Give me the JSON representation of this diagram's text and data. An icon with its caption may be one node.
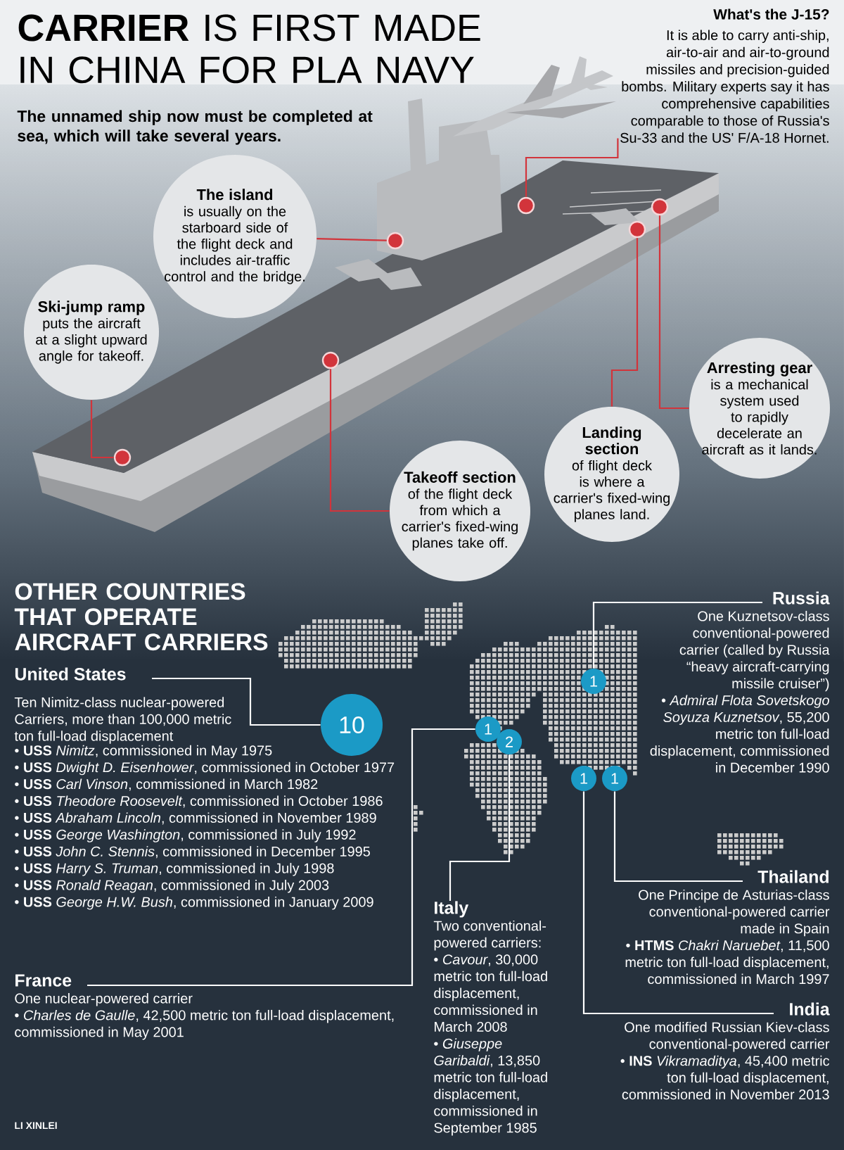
{
  "diagram": {
    "nodes": [
      {
        "text": [
          "The island",
          "is usually on the starboard side of the flight deck and includes air-traffic control and the bridge."
        ]
      },
      {
        "text": [
          "Ski-jump ramp",
          "puts the aircraft at a slight upward angle for takeoff."
        ]
      },
      {
        "text": [
          "Takeoff section",
          "of the flight deck from which a carrier's fixed-wing planes take off."
        ]
      },
      {
        "text": [
          "Landing section",
          "of flight deck is where a carrier's fixed-wing planes land."
        ]
      },
      {
        "text": [
          "Arresting gear",
          "is a mechanical system used to rapidly decelerate an aircraft as it lands."
        ]
      },
      {
        "text": [],
        "shape": "picture"
      },
      {
        "text": [],
        "shape": "circle"
      },
      {
        "text": [],
        "shape": "circle"
      },
      {
        "text": [],
        "shape": "circle"
      },
      {
        "text": [],
        "shape": "circle"
      },
      {
        "text": [],
        "shape": "circle"
      },
      {
        "text": [],
        "shape": "circle"
      },
      {
        "text": [
          "United States",
          "Ten Nimitz-class nuclear-powered Carriers, more than 100,000 metric ton full-load displacement",
          "• **USS** *Nimitz*, commissioned in May 1975",
          "• **USS** *Dwight D. Eisenhower*, commissioned in October 1977",
          "• **USS** *Carl Vinson*, commissioned in March 1982",
          "• **USS** *Theodore Roosevelt*, commissioned in October 1986",
          "• **USS** *Abraham Lincoln*, commissioned in November 1989",
          "• **USS** *George Washington*, commissioned in July 1992",
          "• **USS** *John C. Stennis*, commissioned in December 1995",
          "• **USS** *Harry S. Truman*, commissioned in July 1998",
          "• **USS** *Ronald Reagan*, commissioned in July 2003",
          "• **USS** *George H.W. Bush*, commissioned in January 2009"
        ]
      },
      {
        "text": [
          "France",
          "One nuclear-powered carrier",
          "• *Charles de Gaulle*, 42,500 metric ton full-load displacement, commissioned in May 2001"
        ]
      },
      {
        "text": [
          "Italy",
          "Two conventional-powered carriers:",
          "• *Cavour*, 30,000 metric ton full-load displacement, commissioned in March 2008",
          "• *Giuseppe Garibaldi*, 13,850 metric ton full-load displacement, commissioned in September 1985"
        ]
      },
      {
        "text": [
          "Russia",
          "One Kuznetsov-class conventional-powered carrier (called by Russia “heavy aircraft-carrying missile cruiser”)",
          "• *Admiral Flota Sovetskogo Soyuza Kuznetsov*, 55,200 metric ton full-load displacement, commissioned in December 1990"
        ]
      },
      {
        "text": [
          "Thailand",
          "One Principe de Asturias-class conventional-powered carrier made in Spain",
          "• **HTMS** *Chakri Naruebet*, 11,500 metric ton full-load displacement, commissioned in March 1997"
        ]
      },
      {
        "text": [
          "India",
          "One modified Russian Kiev-class conventional-powered carrier",
          "• **INS** *Vikramaditya*, 45,400 metric ton full-load displacement, commissioned in November 2013"
        ]
      },
      {
        "text": [
          "10"
        ]
      },
      {
        "text": [
          "1"
        ]
      },
      {
        "text": [
          "2"
        ]
      },
      {
        "text": [
          "1"
        ]
      },
      {
        "text": [
          "1"
        ]
      },
      {
        "text": [
          "1"
        ]
      }
    ],
    "edges": [
      {
        "from": 0,
        "to": 6,
        "arrow": "none"
      },
      {
        "from": 1,
        "to": 7,
        "arrow": "none"
      },
      {
        "from": 2,
        "to": 8,
        "arrow": "none"
      },
      {
        "from": 3,
        "to": 9,
        "arrow": "none"
      },
      {
        "from": 4,
        "to": 10,
        "arrow": "none"
      },
      {
        "from": 5,
        "to": 11,
        "arrow": "none"
      },
      {
        "from": 12,
        "to": 18,
        "arrow": "none",
        "color": "#ffffff"
      },
      {
        "from": 13,
        "to": 19,
        "arrow": "none",
        "color": "#ffffff"
      },
      {
        "from": 14,
        "to": 20,
        "arrow": "none",
        "color": "#ffffff"
      },
      {
        "from": 15,
        "to": 21,
        "arrow": "none",
        "color": "#ffffff"
      },
      {
        "from": 16,
        "to": 23,
        "arrow": "none",
        "color": "#ffffff"
      },
      {
        "from": 17,
        "to": 22,
        "arrow": "none",
        "color": "#ffffff"
      }
    ],
    "labels": [
      "**CARRIER** IS FIRST MADE IN CHINA FOR PLA NAVY",
      "The unnamed ship now must be completed at sea, which will take several years.",
      "What's the J-15?",
      "It is able to carry anti-ship, air-to-air and air-to-ground missiles and precision-guided bombs. Military experts say it has comprehensive capabilities comparable to those of Russia's Su-33 and the US' F/A-18 Hornet.",
      "OTHER COUNTRIES THAT OPERATE AIRCRAFT CARRIERS",
      "LI XINLEI"
    ]
  }
}
